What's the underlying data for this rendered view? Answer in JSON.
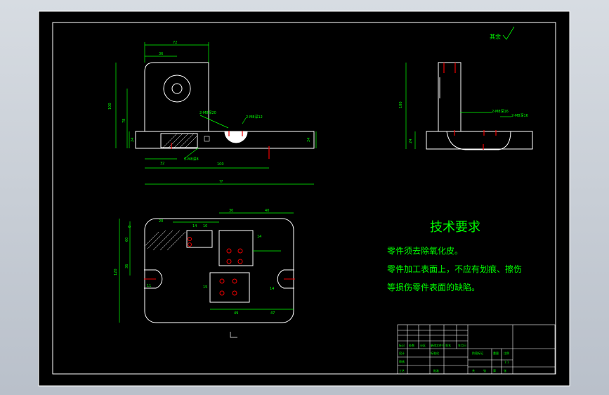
{
  "roughness": "其余",
  "dims": {
    "front_top": "72",
    "front_36": "36",
    "front_height": "100",
    "front_78": "78",
    "front_24a": "24",
    "front_24b": "24",
    "front_32": "32",
    "front_100": "100",
    "front_bottom": "??",
    "side_height": "100",
    "side_24": "24",
    "plan_30": "30",
    "plan_40": "40",
    "plan_14a": "14",
    "plan_10": "10",
    "plan_60": "60",
    "plan_36": "36",
    "plan_120": "120",
    "plan_14b": "14",
    "plan_15": "15",
    "plan_14c": "14",
    "plan_49": "49",
    "plan_47": "47",
    "plan_11": "11",
    "plan_20": "20",
    "plan_8": "8"
  },
  "callouts": {
    "front_m8_12": "2-M8深12",
    "front_m8_20": "2-M8深20",
    "front_m8_8": "2-M8深8",
    "side_m8_16a": "2-M8深16",
    "side_m8_16b": "2-M8深16"
  },
  "tech": {
    "title": "技术要求",
    "line1": "零件须去除氧化皮。",
    "line2": "零件加工表面上，不应有划痕、擦伤",
    "line3": "等损伤零件表面的缺陷。"
  },
  "title_block": {
    "c1": "标记",
    "c2": "处数",
    "c3": "分区",
    "c4": "更改文件号",
    "c5": "签名",
    "c6": "年月日",
    "r1": "设计",
    "r2": "标准化",
    "r3": "阶段标记",
    "r4": "重量",
    "r5": "比例",
    "r6": "审核",
    "r7": "工艺",
    "r8": "批准",
    "r9": "共",
    "r10": "张",
    "r11": "第",
    "r12": "张",
    "scale": "1:1"
  }
}
